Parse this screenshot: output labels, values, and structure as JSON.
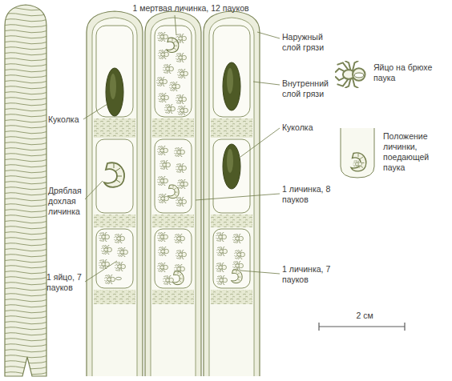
{
  "diagram": {
    "labels": [
      "1 мертвая личинка, 12 пауков",
      "Наружный слой грязи",
      "Внутренний слой грязи",
      "Яйцо на брюхе паука",
      "Куколка",
      "Куколка",
      "Положение личинки, поедающей паука",
      "1 личинка, 8 пауков",
      "Дряблая дохлая личинка",
      "1 яйцо, 7 пауков",
      "1 личинка, 7 пауков",
      "2 см"
    ]
  }
}
